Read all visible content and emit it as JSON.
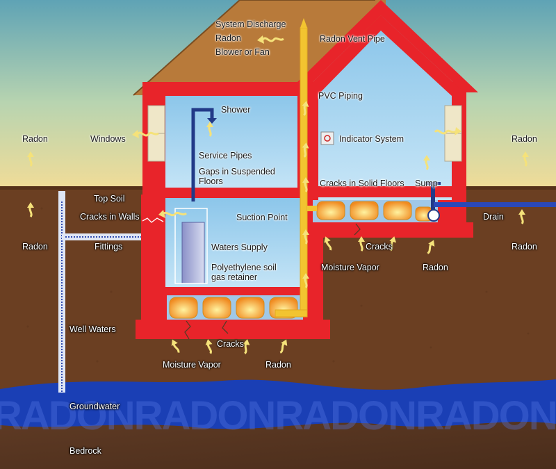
{
  "colors": {
    "sky_top": "#5a9fb3",
    "sky_bottom": "#e8d89a",
    "soil": "#6b3f22",
    "bedrock": "#5a3a26",
    "wall": "#e8242a",
    "roof": "#b87a3a",
    "room": "#9fd0ec",
    "groundwater": "#1a3fb5",
    "pipe": "#f2c430",
    "arrow": "#f5e27a"
  },
  "labels": {
    "system_discharge": "System Discharge",
    "radon_top": "Radon",
    "blower_or_fan": "Blower or Fan",
    "radon_vent_pipe": "Radon Vent Pipe",
    "pvc_piping": "PVC Piping",
    "shower": "Shower",
    "indicator_system": "Indicator System",
    "windows": "Windows",
    "radon_left_sky": "Radon",
    "radon_right_sky": "Radon",
    "service_pipes": "Service Pipes",
    "gaps_suspended_floors": "Gaps in Suspended Floors",
    "cracks_solid_floors": "Cracks in Solid Floors",
    "sump": "Sump",
    "top_soil": "Top Soil",
    "cracks_in_walls": "Cracks in Walls",
    "suction_point": "Suction Point",
    "drain": "Drain",
    "radon_left_soil": "Radon",
    "fittings": "Fittings",
    "waters_supply": "Waters Supply",
    "cracks_right": "Cracks",
    "radon_right_soil": "Radon",
    "polyethylene": "Polyethylene soil gas retainer",
    "moisture_vapor_right": "Moisture Vapor",
    "radon_right_basement": "Radon",
    "well_waters": "Well Waters",
    "cracks_left": "Cracks",
    "moisture_vapor_left": "Moisture Vapor",
    "radon_left_basement": "Radon",
    "groundwater": "Groundwater",
    "bedrock": "Bedrock",
    "watermark": "RADONRADONRADONRADON"
  }
}
